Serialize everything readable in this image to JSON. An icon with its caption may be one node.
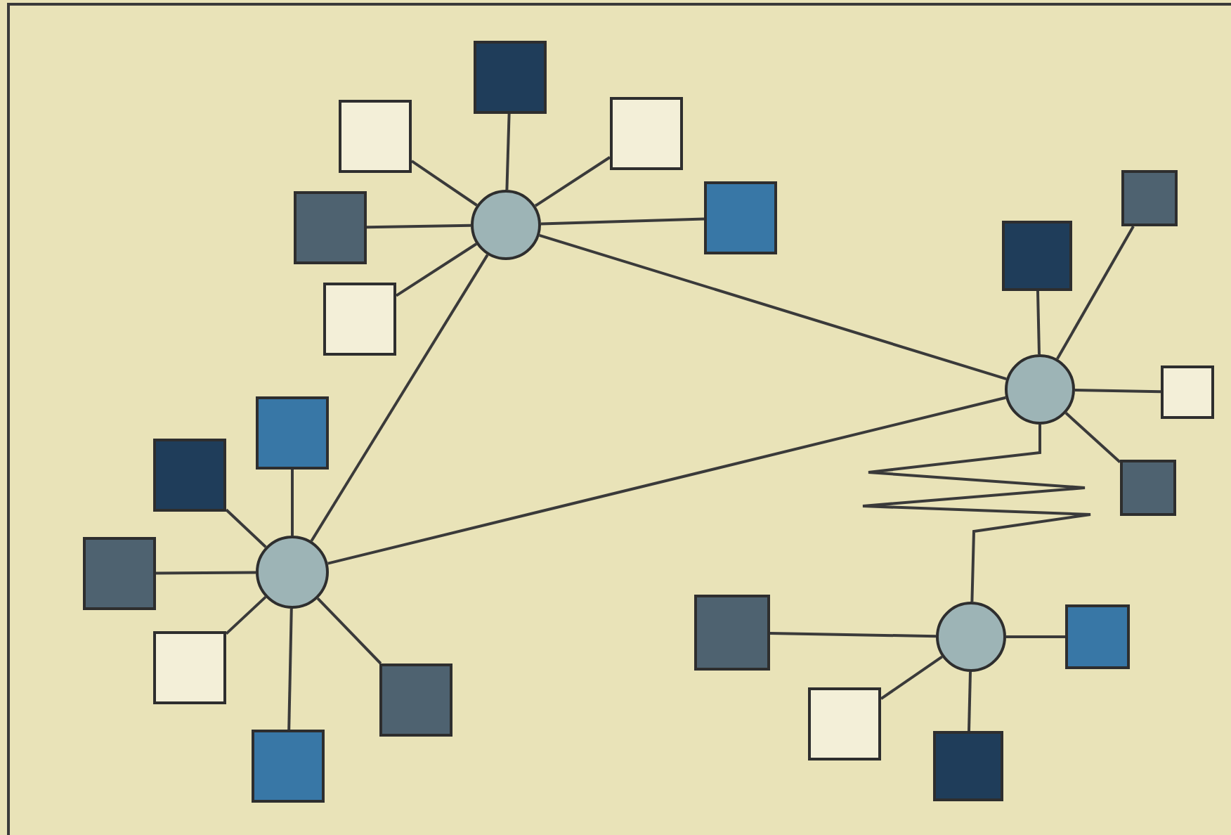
{
  "diagram": {
    "nodes": [
      {
        "text": [],
        "shape": "circle"
      },
      {
        "text": [],
        "shape": "box"
      },
      {
        "text": [],
        "shape": "box"
      },
      {
        "text": [],
        "shape": "box"
      },
      {
        "text": [],
        "shape": "box"
      },
      {
        "text": [],
        "shape": "box"
      },
      {
        "text": [],
        "shape": "box"
      },
      {
        "text": [],
        "shape": "circle"
      },
      {
        "text": [],
        "shape": "box"
      },
      {
        "text": [],
        "shape": "box"
      },
      {
        "text": [],
        "shape": "box"
      },
      {
        "text": [],
        "shape": "box"
      },
      {
        "text": [],
        "shape": "circle"
      },
      {
        "text": [],
        "shape": "box"
      },
      {
        "text": [],
        "shape": "box"
      },
      {
        "text": [],
        "shape": "box"
      },
      {
        "text": [],
        "shape": "box"
      },
      {
        "text": [],
        "shape": "box"
      },
      {
        "text": [],
        "shape": "box"
      },
      {
        "text": [],
        "shape": "circle"
      },
      {
        "text": [],
        "shape": "box"
      },
      {
        "text": [],
        "shape": "box"
      },
      {
        "text": [],
        "shape": "box"
      },
      {
        "text": [],
        "shape": "box"
      }
    ],
    "edges": [
      {
        "from": 0,
        "to": 1,
        "arrow": "none"
      },
      {
        "from": 0,
        "to": 2,
        "arrow": "none"
      },
      {
        "from": 0,
        "to": 3,
        "arrow": "none"
      },
      {
        "from": 0,
        "to": 4,
        "arrow": "none"
      },
      {
        "from": 0,
        "to": 5,
        "arrow": "none"
      },
      {
        "from": 0,
        "to": 6,
        "arrow": "none"
      },
      {
        "from": 0,
        "to": 12,
        "arrow": "none"
      },
      {
        "from": 0,
        "to": 7,
        "arrow": "none"
      },
      {
        "from": 7,
        "to": 8,
        "arrow": "none"
      },
      {
        "from": 7,
        "to": 9,
        "arrow": "none"
      },
      {
        "from": 7,
        "to": 10,
        "arrow": "none"
      },
      {
        "from": 7,
        "to": 11,
        "arrow": "none"
      },
      {
        "from": 12,
        "to": 13,
        "arrow": "none"
      },
      {
        "from": 12,
        "to": 14,
        "arrow": "none"
      },
      {
        "from": 12,
        "to": 15,
        "arrow": "none"
      },
      {
        "from": 12,
        "to": 16,
        "arrow": "none"
      },
      {
        "from": 12,
        "to": 17,
        "arrow": "none"
      },
      {
        "from": 12,
        "to": 18,
        "arrow": "none"
      },
      {
        "from": 12,
        "to": 7,
        "arrow": "none"
      },
      {
        "from": 7,
        "to": 19,
        "arrow": "none"
      },
      {
        "from": 19,
        "to": 20,
        "arrow": "none"
      },
      {
        "from": 19,
        "to": 21,
        "arrow": "none"
      },
      {
        "from": 19,
        "to": 22,
        "arrow": "none"
      },
      {
        "from": 19,
        "to": 23,
        "arrow": "none"
      }
    ]
  }
}
